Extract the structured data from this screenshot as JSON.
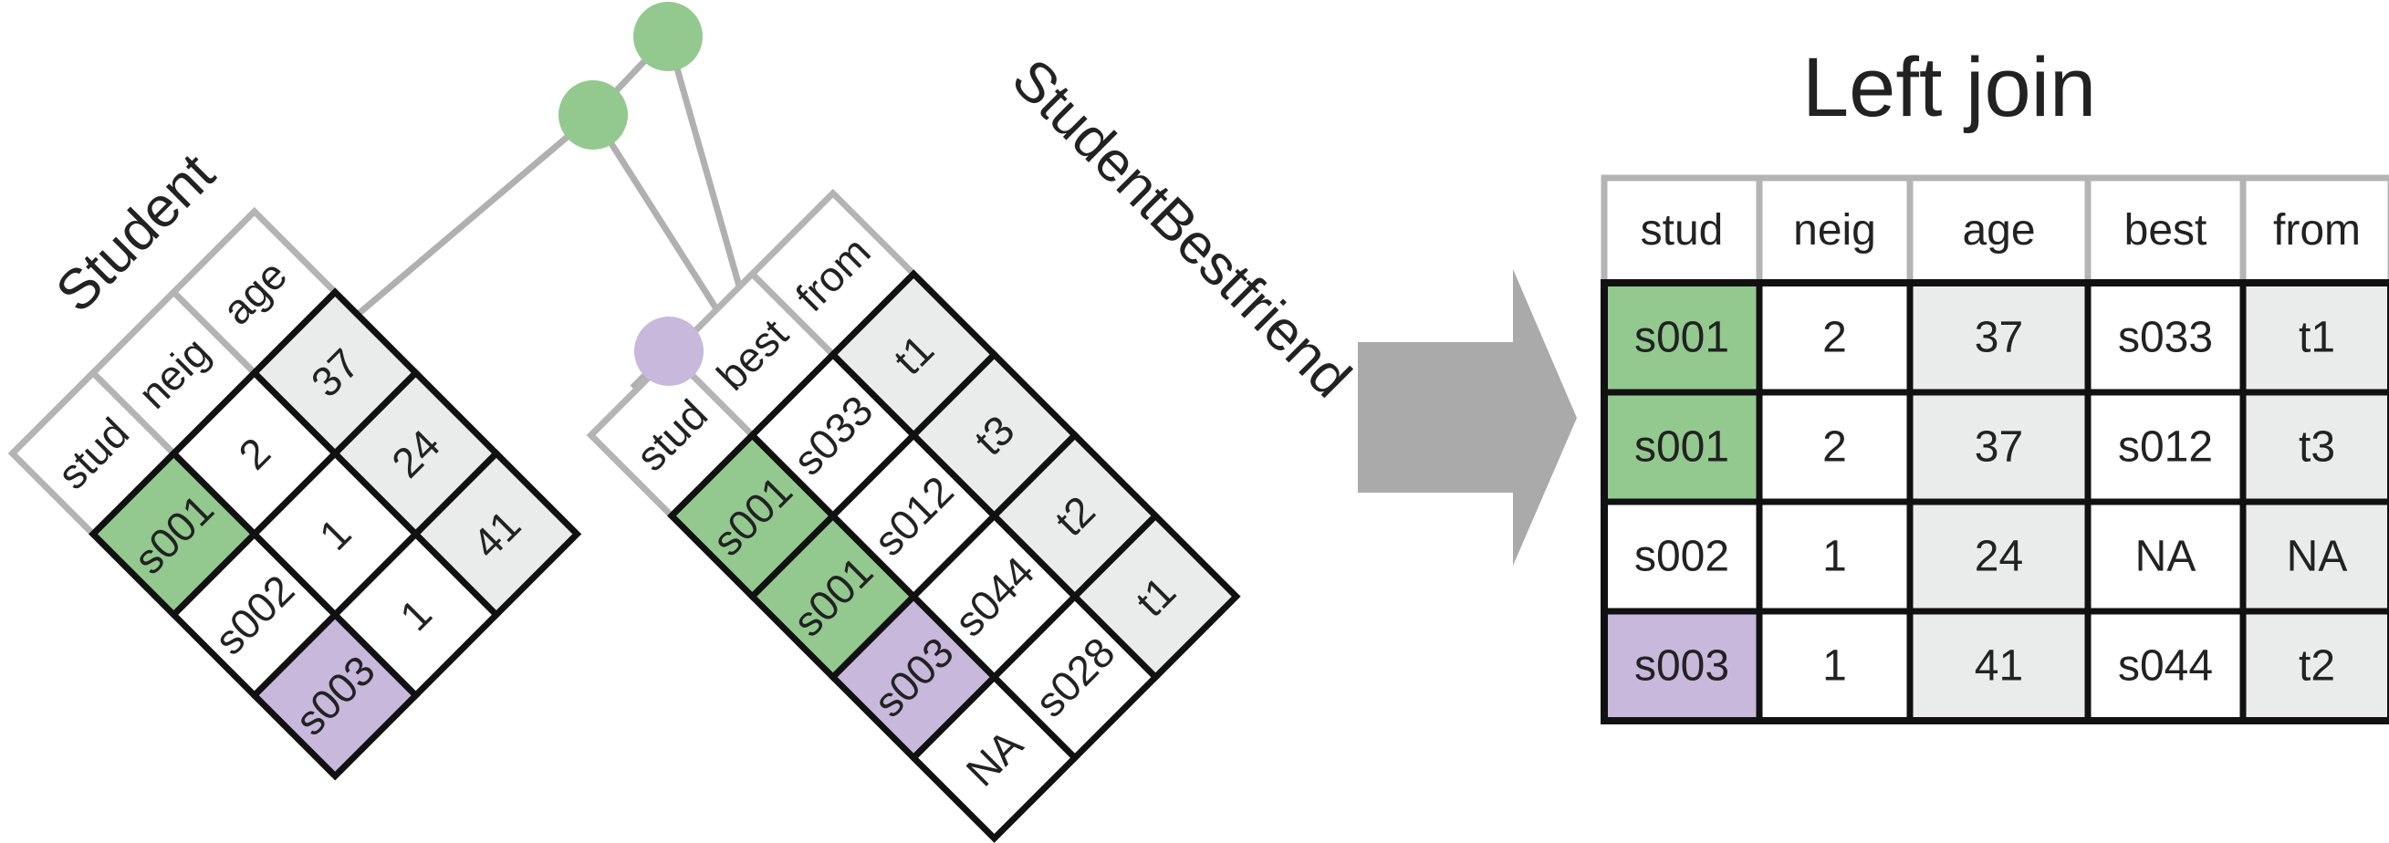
{
  "colors": {
    "green": "#93c98f",
    "purple": "#c8b8dc",
    "gray_fill": "#eaeceb",
    "header_border": "#b4b4b4",
    "cell_border": "#111111",
    "line": "#b0b0b0",
    "arrow": "#aaaaaa"
  },
  "student": {
    "title": "Student",
    "columns": [
      "stud",
      "neig",
      "age"
    ],
    "rows": [
      [
        "s001",
        "2",
        "37"
      ],
      [
        "s002",
        "1",
        "24"
      ],
      [
        "s003",
        "1",
        "41"
      ]
    ]
  },
  "bestfriend": {
    "title": "StudentBestfriend",
    "columns": [
      "stud",
      "best",
      "from"
    ],
    "rows": [
      [
        "s001",
        "s033",
        "t1"
      ],
      [
        "s001",
        "s012",
        "t3"
      ],
      [
        "s003",
        "s044",
        "t2"
      ],
      [
        "NA",
        "s028",
        "t1"
      ]
    ]
  },
  "result": {
    "title": "Left join",
    "columns": [
      "stud",
      "neig",
      "age",
      "best",
      "from"
    ],
    "rows": [
      [
        "s001",
        "2",
        "37",
        "s033",
        "t1"
      ],
      [
        "s001",
        "2",
        "37",
        "s012",
        "t3"
      ],
      [
        "s002",
        "1",
        "24",
        "NA",
        "NA"
      ],
      [
        "s003",
        "1",
        "41",
        "s044",
        "t2"
      ]
    ]
  }
}
